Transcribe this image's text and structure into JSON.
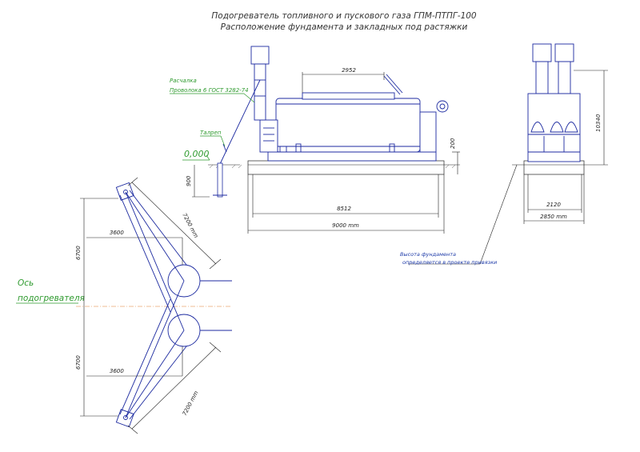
{
  "title": {
    "line1": "Подогреватель топливного и пускового газа ГПМ-ПТПГ-100",
    "line2": "Расположение фундамента и закладных под растяжки"
  },
  "labels": {
    "raschalka": "Расчалка",
    "wire": "Проволока 6 ГОСТ 3282-74",
    "talrep": "Талреп",
    "zero": "0,000",
    "axis_line1": "Ось",
    "axis_line2": "подогревателя",
    "found_note1": "Высота фундамента",
    "found_note2": "определяется в проекте привязки"
  },
  "dims": {
    "d2952": "2952",
    "d8512": "8512",
    "d9000": "9000 mm",
    "d200": "200",
    "d900": "900",
    "d10340": "10340",
    "d2120": "2120",
    "d2850": "2850 mm",
    "d3600_top": "3600",
    "d3600_bot": "3600",
    "d6700_top": "6700",
    "d6700_bot": "6700",
    "d7200_top": "7200 mm",
    "d7200_bot": "7200 mm"
  }
}
